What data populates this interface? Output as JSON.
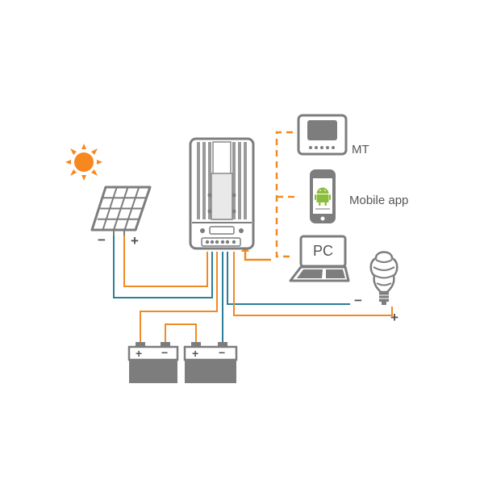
{
  "labels": {
    "mt": "MT",
    "mobile_app": "Mobile app",
    "pc": "PC",
    "panel_minus": "−",
    "panel_plus": "+",
    "load_minus": "−",
    "load_plus": "+",
    "batt1_plus": "+",
    "batt1_minus": "−",
    "batt2_plus": "+",
    "batt2_minus": "−"
  },
  "colors": {
    "orange": "#f08a24",
    "blue": "#2a7f98",
    "device": "#7d7d7d",
    "sun": "#f7881f"
  },
  "icons": {
    "sun": "sun-icon",
    "solar_panel": "solar-panel-icon",
    "controller": "charge-controller-icon",
    "mt": "remote-meter-icon",
    "phone": "android-phone-icon",
    "pc": "laptop-icon",
    "bulb": "light-bulb-icon",
    "battery": "battery-icon"
  }
}
